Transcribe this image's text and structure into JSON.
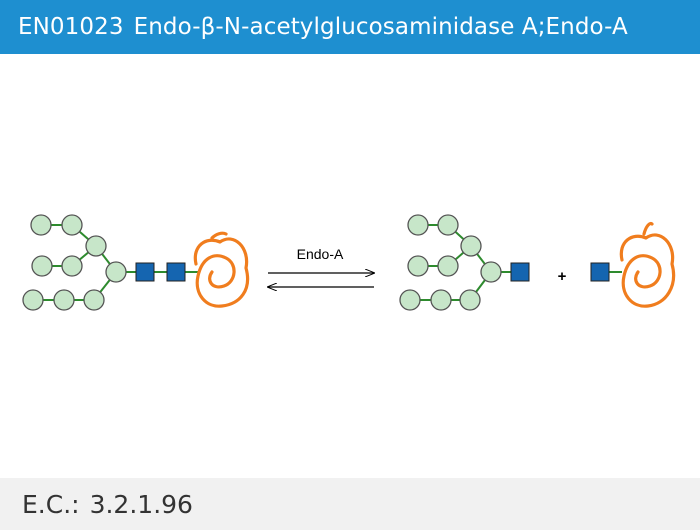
{
  "header": {
    "code": "EN01023",
    "name": "Endo-β-N-acetylglucosaminidase A;Endo-A"
  },
  "diagram": {
    "arrow_label": "Endo-A",
    "plus_sign": "+",
    "colors": {
      "mannose_fill": "#c7e6c9",
      "mannose_stroke": "#555555",
      "glcnac_fill": "#1565b0",
      "linkage": "#2e8b2e",
      "protein": "#f07d1e"
    }
  },
  "footer": {
    "ec_label": "E.C.:",
    "ec_value": "3.2.1.96"
  }
}
